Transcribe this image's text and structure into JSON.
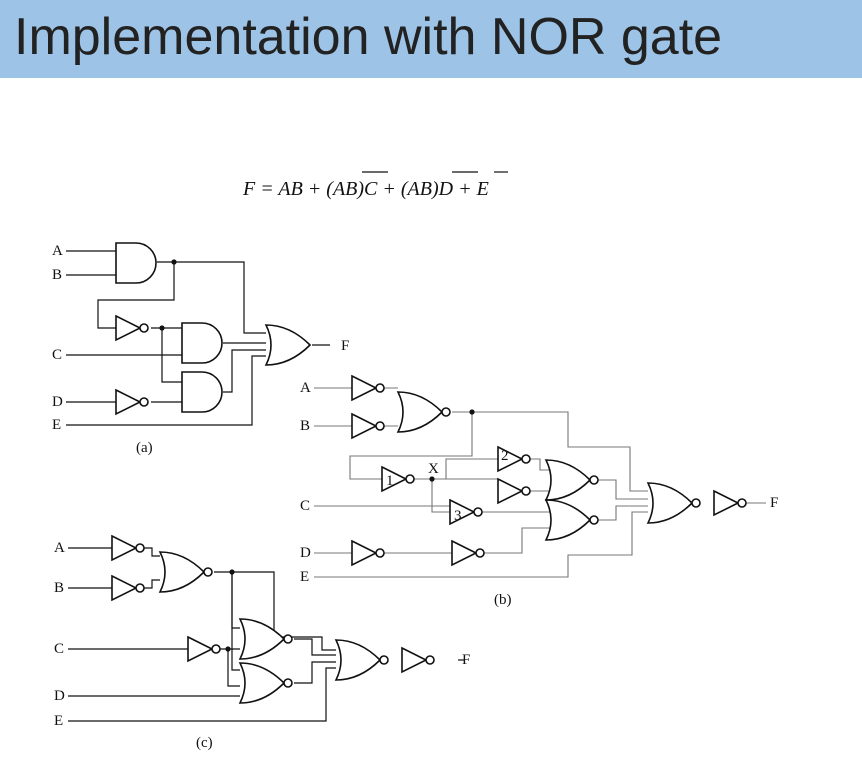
{
  "title": "Implementation with NOR gate",
  "equation": {
    "prefix": "F = AB + (",
    "over1": "AB",
    "mid1": ")C + (",
    "over2": "AB",
    "mid2": ")",
    "over3": "D",
    "suffix": " + E"
  },
  "diagram_a": {
    "caption": "(a)",
    "inputs": [
      "A",
      "B",
      "C",
      "D",
      "E"
    ],
    "output": "F"
  },
  "diagram_b": {
    "caption": "(b)",
    "inputs": [
      "A",
      "B",
      "C",
      "D",
      "E"
    ],
    "output": "F",
    "node_label": "X",
    "gate_numbers": [
      "1",
      "2",
      "3"
    ]
  },
  "diagram_c": {
    "caption": "(c)",
    "inputs": [
      "A",
      "B",
      "C",
      "D",
      "E"
    ],
    "output": "F"
  }
}
